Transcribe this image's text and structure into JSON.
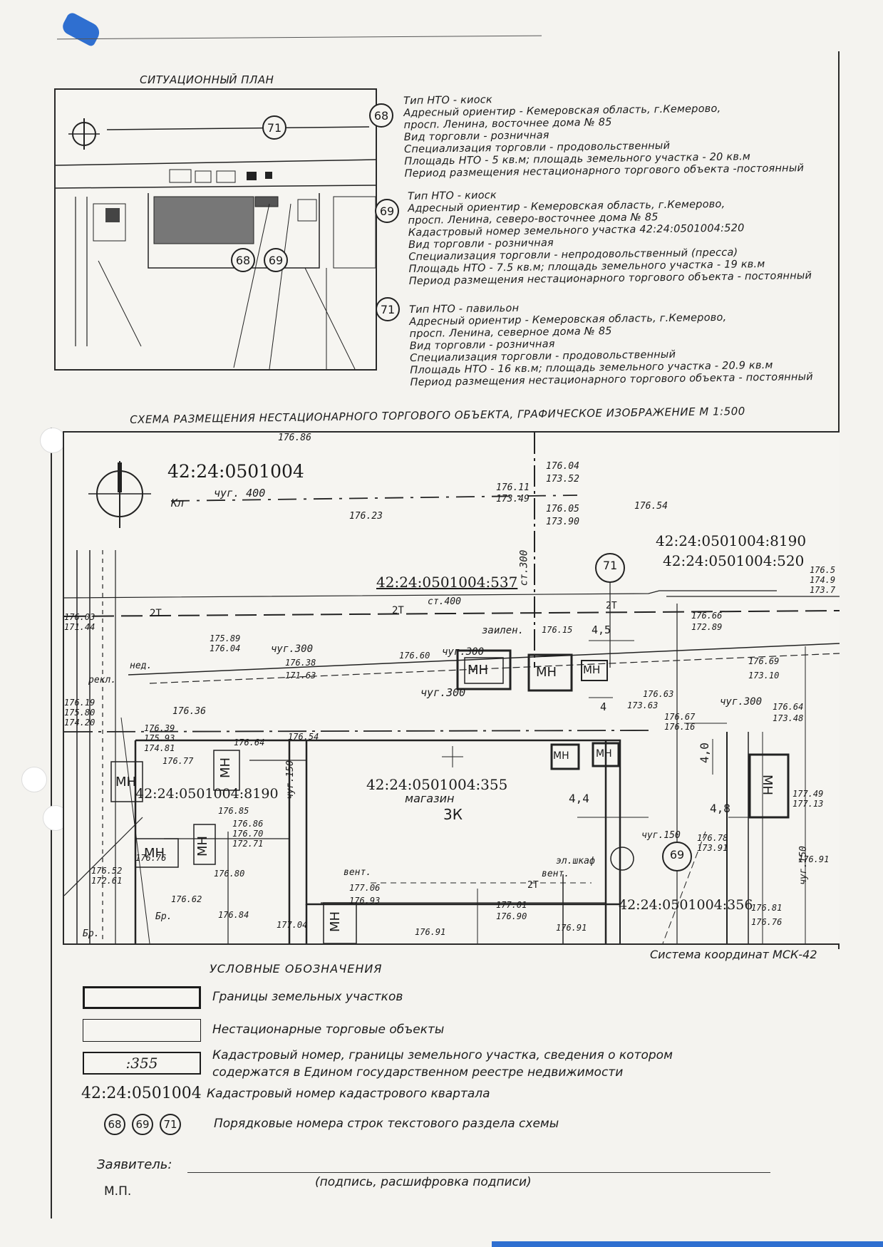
{
  "situational_plan": {
    "title": "СИТУАЦИОННЫЙ ПЛАН",
    "markers": [
      "71",
      "68",
      "69"
    ]
  },
  "objects": [
    {
      "number": "68",
      "lines": [
        "Тип НТО - киоск",
        "Адресный ориентир - Кемеровская область, г.Кемерово,",
        "просп. Ленина, восточнее дома № 85",
        "Вид торговли - розничная",
        "Специализация торговли - продовольственный",
        "Площадь НТО - 5 кв.м; площадь земельного участка - 20 кв.м",
        "Период размещения нестационарного торгового объекта -постоянный"
      ]
    },
    {
      "number": "69",
      "lines": [
        "Тип НТО - киоск",
        "Адресный ориентир - Кемеровская область, г.Кемерово,",
        "просп. Ленина, северо-восточнее дома № 85",
        "Кадастровый номер земельного участка 42:24:0501004:520",
        "Вид торговли - розничная",
        "Специализация торговли - непродовольственный (пресса)",
        "Площадь НТО - 7.5 кв.м; площадь земельного участка - 19 кв.м",
        "Период размещения нестационарного торгового объекта - постоянный"
      ]
    },
    {
      "number": "71",
      "lines": [
        "Тип НТО - павильон",
        "Адресный ориентир - Кемеровская область, г.Кемерово,",
        "просп. Ленина, северное дома № 85",
        "Вид торговли - розничная",
        "Специализация торговли - продовольственный",
        "Площадь НТО - 16 кв.м; площадь земельного участка - 20.9 кв.м",
        "Период размещения нестационарного торгового объекта - постоянный"
      ]
    }
  ],
  "scheme": {
    "title": "СХЕМА РАЗМЕЩЕНИЯ НЕСТАЦИОНАРНОГО ТОРГОВОГО ОБЪЕКТА, ГРАФИЧЕСКОЕ  ИЗОБРАЖЕНИЕ  М 1:500",
    "quarter": "42:24:0501004",
    "plot_537": "42:24:0501004:537",
    "plot_8190": "42:24:0501004:8190",
    "plot_520": "42:24:0501004:520",
    "plot_355": "42:24:0501004:355",
    "plot_8190b": "42:24:0501004:8190",
    "plot_356": "42:24:0501004:356",
    "shop": "магазин",
    "building": "3К",
    "nto_label": "МН",
    "marker_71": "71",
    "marker_69": "69",
    "dim_45": "4,5",
    "dim_44": "4,4",
    "dim_40": "4,0",
    "dim_48": "4,8",
    "dim_4": "4",
    "line_2t": "2Т",
    "label_st400": "ст.400",
    "label_st300": "ст.300",
    "label_chug300": "чуг.300",
    "label_chug400": "чуг. 400",
    "label_chug150": "чуг.150",
    "label_zelen": "заилен.",
    "label_vent": "вент.",
    "label_elshkaf": "эл.шкаф",
    "label_ned": "нед.",
    "label_rekl": "рекл.",
    "label_br": "Бр.",
    "label_kl": "Кл",
    "elev": [
      "176.86",
      "176.04",
      "173.52",
      "176.11",
      "173.49",
      "176.23",
      "176.05",
      "173.90",
      "176.54",
      "176.03",
      "171.44",
      "175.89",
      "176.04",
      "176.38",
      "171.63",
      "176.60",
      "176.15",
      "176.66",
      "172.89",
      "176.69",
      "173.10",
      "176.19",
      "175.80",
      "174.20",
      "176.36",
      "176.39",
      "175.93",
      "176.64",
      "176.54",
      "174.81",
      "176.77",
      "176.63",
      "173.63",
      "176.67",
      "176.16",
      "176.64",
      "173.48",
      "177.49",
      "177.13",
      "176.85",
      "176.86",
      "176.70",
      "172.71",
      "176.76",
      "176.80",
      "176.52",
      "172.61",
      "176.62",
      "176.84",
      "177.04",
      "177.06",
      "176.93",
      "177.01",
      "176.90",
      "176.91",
      "176.91",
      "176.78",
      "173.91",
      "176.81",
      "176.76",
      "176.91",
      "176.5",
      "174.9",
      "173.7"
    ]
  },
  "coord_system": "Система координат МСК-42",
  "legend": {
    "title": "УСЛОВНЫЕ  ОБОЗНАЧЕНИЯ",
    "items": [
      "Границы земельных участков",
      "Нестационарные торговые объекты",
      "Кадастровый номер, границы земельного участка, сведения о котором",
      "содержатся в Едином государственном реестре недвижимости",
      "Кадастровый номер кадастрового квартала",
      "Порядковые номера строк текстового раздела схемы"
    ],
    "box_355": ":355",
    "quarter_sample": "42:24:0501004",
    "circles": [
      "68",
      "69",
      "71"
    ]
  },
  "signature": {
    "applicant": "Заявитель:",
    "hint": "(подпись, расшифровка подписи)",
    "stamp": "М.П."
  }
}
